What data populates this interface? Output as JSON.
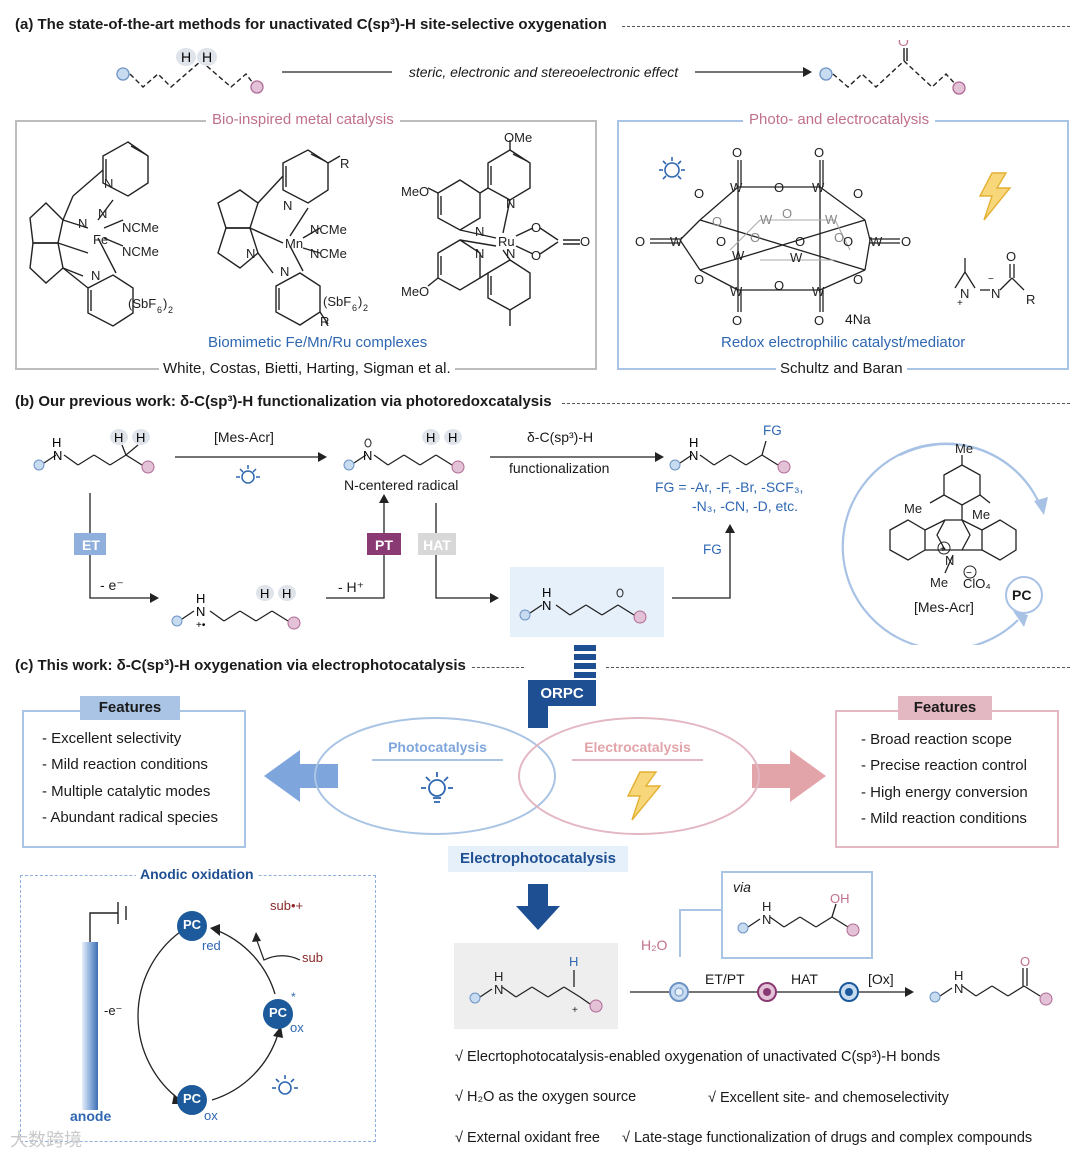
{
  "panel_a": {
    "header": "(a) The state-of-the-art methods for unactivated C(sp³)-H site-selective oxygenation",
    "arrow_label": "steric, electronic and stereoelectronic effect",
    "left_box": {
      "title": "Bio-inspired metal catalysis",
      "caption": "Biomimetic Fe/Mn/Ru complexes",
      "authors": "White, Costas, Bietti, Harting, Sigman et al."
    },
    "right_box": {
      "title": "Photo- and electrocatalysis",
      "caption": "Redox electrophilic catalyst/mediator",
      "authors": "Schultz and Baran",
      "counterion": "4Na"
    }
  },
  "panel_b": {
    "header": "(b) Our previous work: δ-C(sp³)-H functionalization via photoredoxcatalysis",
    "catalyst_label": "[Mes-Acr]",
    "radical_label": "N-centered radical",
    "step_label_1": "δ-C(sp³)-H",
    "step_label_2": "functionalization",
    "fg_line1": "FG = -Ar, -F, -Br, -SCF₃,",
    "fg_line2": "-N₃, -CN, -D, etc.",
    "fg": "FG",
    "et": "ET",
    "pt": "PT",
    "hat": "HAT",
    "minus_e": "- e⁻",
    "minus_h": "- H⁺",
    "pc": "PC",
    "me": "Me",
    "clo4": "ClO₄",
    "mes_acr": "[Mes-Acr]"
  },
  "panel_c": {
    "header": "(c) This work: δ-C(sp³)-H oxygenation via electrophotocatalysis",
    "orpc": "ORPC",
    "features_title": "Features",
    "left_features": [
      "- Excellent selectivity",
      "- Mild reaction conditions",
      "- Multiple catalytic modes",
      "- Abundant radical species"
    ],
    "right_features": [
      "- Broad reaction scope",
      "- Precise reaction control",
      "- High energy conversion",
      "- Mild reaction conditions"
    ],
    "photocatalysis": "Photocatalysis",
    "electrocatalysis": "Electrocatalysis",
    "electrophotocatalysis": "Electrophotocatalysis",
    "anodic_title": "Anodic oxidation",
    "anode": "anode",
    "minus_e": "-e⁻",
    "pc": "PC",
    "red": "red",
    "ox": "ox",
    "sub": "sub",
    "sub_radical": "sub•+",
    "via": "via",
    "h2o": "H₂O",
    "et_pt": "ET/PT",
    "hat": "HAT",
    "ox_step": "[Ox]",
    "bullets": [
      "√  Elecrtophotocatalysis-enabled oxygenation of unactivated C(sp³)-H bonds",
      "√  H₂O as the oxygen source",
      "√  Excellent site- and chemoselectivity",
      "√  External oxidant free",
      "√  Late-stage functionalization of drugs and complex compounds"
    ]
  },
  "watermark": "大数跨境",
  "colors": {
    "blue": "#2f67b1",
    "dark_blue": "#1e4f93",
    "pink": "#c0708e",
    "light_blue_box": "#e6f0fa",
    "node_blue": "#1c5a9c",
    "arrow_light_blue": "#7ea6dc",
    "arrow_pink": "#e2a4a9"
  }
}
